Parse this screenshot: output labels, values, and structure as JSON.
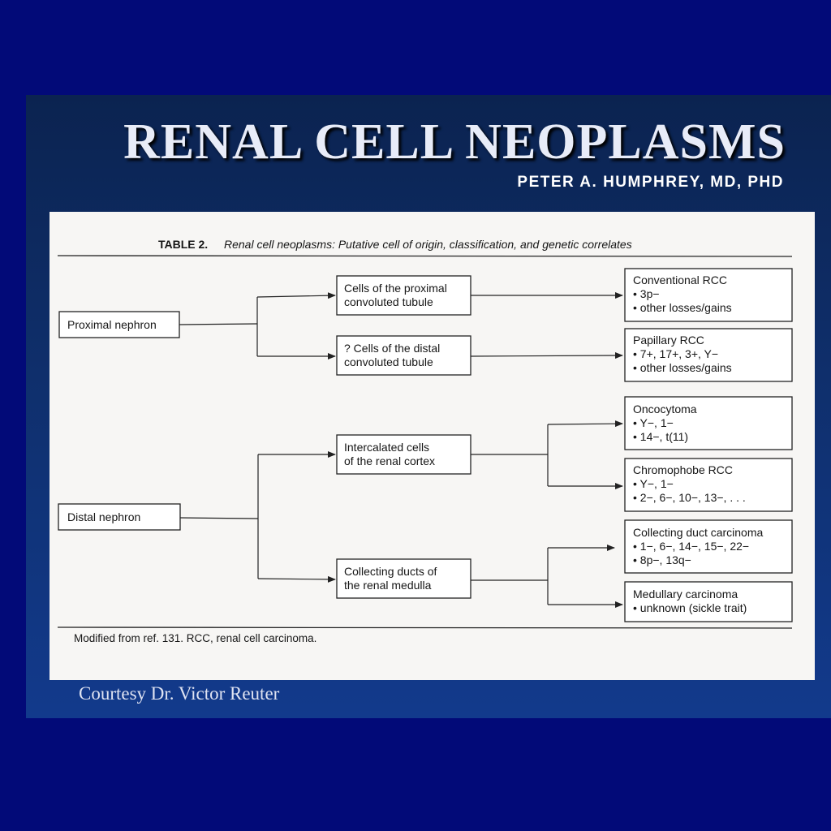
{
  "slide": {
    "title": "RENAL CELL NEOPLASMS",
    "author": "Peter A. Humphrey, MD, PhD",
    "credit": "Courtesy Dr. Victor Reuter"
  },
  "table": {
    "label": "TABLE 2.",
    "caption": "Renal cell neoplasms: Putative cell of origin, classification, and genetic correlates",
    "footnote": "Modified from ref. 131. RCC, renal cell carcinoma."
  },
  "diagram": {
    "roots": {
      "proximal": "Proximal nephron",
      "distal": "Distal nephron"
    },
    "origins": {
      "proximal_tubule": [
        "Cells of the proximal",
        "convoluted tubule"
      ],
      "distal_tubule": [
        "? Cells of the distal",
        "convoluted tubule"
      ],
      "intercalated": [
        "Intercalated cells",
        "of the renal cortex"
      ],
      "collecting": [
        "Collecting ducts of",
        "the renal medulla"
      ]
    },
    "tumors": {
      "conventional": {
        "name": "Conventional RCC",
        "genetics": [
          "• 3p−",
          "• other losses/gains"
        ]
      },
      "papillary": {
        "name": "Papillary RCC",
        "genetics": [
          "• 7+, 17+, 3+, Y−",
          "• other losses/gains"
        ]
      },
      "oncocytoma": {
        "name": "Oncocytoma",
        "genetics": [
          "• Y−, 1−",
          "• 14−, t(11)"
        ]
      },
      "chromophobe": {
        "name": "Chromophobe RCC",
        "genetics": [
          "• Y−, 1−",
          "• 2−, 6−, 10−, 13−, . . ."
        ]
      },
      "collecting_duct": {
        "name": "Collecting duct carcinoma",
        "genetics": [
          "• 1−, 6−, 14−, 15−, 22−",
          "• 8p−, 13q−"
        ]
      },
      "medullary": {
        "name": "Medullary carcinoma",
        "genetics": [
          "• unknown (sickle trait)"
        ]
      }
    }
  }
}
